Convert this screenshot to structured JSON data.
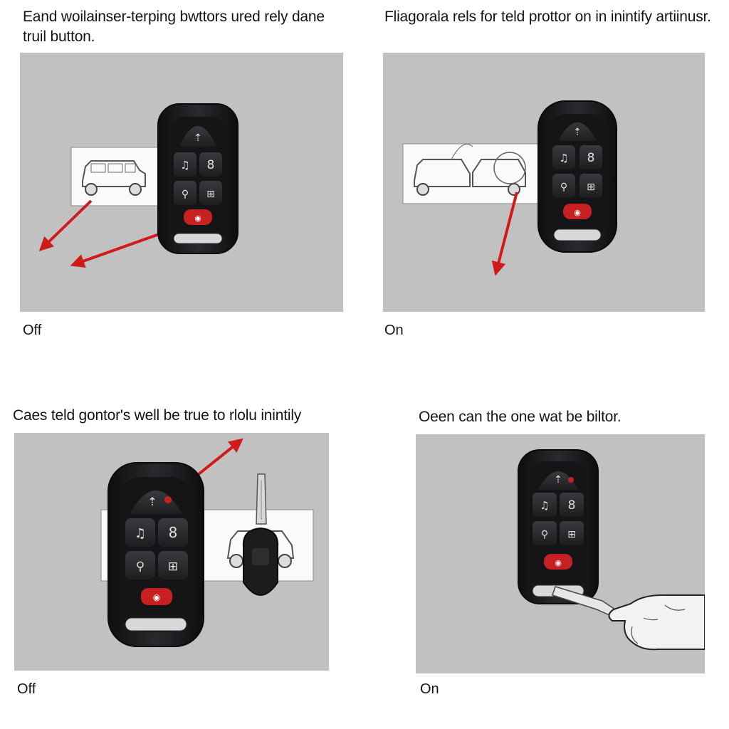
{
  "panels": [
    {
      "caption": "Eand woilainser-terping bwttors ured rely dane truil button.",
      "state_label": "Off",
      "fob_buttons": [
        "arrow-up-icon",
        "trunk-icon",
        "key-8-icon",
        "remote-start-icon",
        "lock-icon",
        "panic-icon"
      ],
      "accent_color": "#d12020"
    },
    {
      "caption": "Fliagorala rels for teld prottor on in inintify artiinusr.",
      "state_label": "On",
      "fob_buttons": [
        "arrow-up-icon",
        "trunk-icon",
        "key-8-icon",
        "remote-start-icon",
        "lock-icon",
        "panic-icon"
      ],
      "accent_color": "#d12020"
    },
    {
      "caption": "Caes teld gontor's well be true to rlolu inintily",
      "state_label": "Off",
      "fob_buttons": [
        "arrow-up-icon",
        "trunk-icon",
        "key-8-icon",
        "remote-start-icon",
        "lock-icon",
        "panic-icon"
      ],
      "accent_color": "#d12020"
    },
    {
      "caption": "Oeen can the one wat be biltor.",
      "state_label": "On",
      "fob_buttons": [
        "arrow-up-icon",
        "trunk-icon",
        "key-8-icon",
        "remote-start-icon",
        "lock-icon",
        "panic-icon"
      ],
      "accent_color": "#d12020"
    }
  ],
  "colors": {
    "panel_background": "#c1c1c1",
    "fob_body": "#1b1b1d",
    "button_face": "#2c2c2f",
    "arrow": "#d11a1a"
  }
}
